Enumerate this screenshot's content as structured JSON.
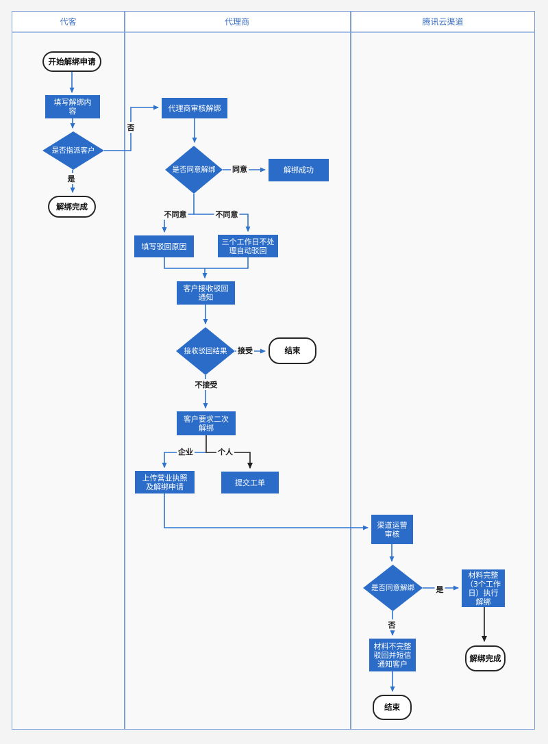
{
  "lanes": [
    {
      "title": "代客"
    },
    {
      "title": "代理商"
    },
    {
      "title": "腾讯云渠道"
    }
  ],
  "nodes": {
    "start": {
      "type": "terminator",
      "label": "开始解绑申请"
    },
    "fill_content": {
      "type": "process",
      "label": "填写解绑内\n容"
    },
    "assign_decision": {
      "type": "decision",
      "label": "是否指派客户"
    },
    "done1": {
      "type": "terminator",
      "label": "解绑完成"
    },
    "agent_review": {
      "type": "process",
      "label": "代理商审核解绑"
    },
    "agree_decision": {
      "type": "decision",
      "label": "是否同意解绑"
    },
    "success": {
      "type": "process",
      "label": "解绑成功"
    },
    "fill_reject": {
      "type": "process",
      "label": "填写驳回原因"
    },
    "auto_reject": {
      "type": "process",
      "label": "三个工作日不处\n理自动驳回"
    },
    "notify": {
      "type": "process",
      "label": "客户接收驳回\n通知"
    },
    "result_decision": {
      "type": "decision",
      "label": "接收驳回结果"
    },
    "end1": {
      "type": "terminator",
      "label": "结束"
    },
    "second_request": {
      "type": "process",
      "label": "客户要求二次\n解绑"
    },
    "upload": {
      "type": "process",
      "label": "上传营业执照\n及解绑申请"
    },
    "ticket": {
      "type": "process",
      "label": "提交工单"
    },
    "channel_review": {
      "type": "process",
      "label": "渠道运营\n审核"
    },
    "channel_decision": {
      "type": "decision",
      "label": "是否同意解绑"
    },
    "complete_exec": {
      "type": "process",
      "label": "材料完整\n（3个工作\n日）执行\n解绑"
    },
    "incomplete": {
      "type": "process",
      "label": "材料不完整\n驳回并短信\n通知客户"
    },
    "end2": {
      "type": "terminator",
      "label": "结束"
    },
    "done2": {
      "type": "terminator",
      "label": "解绑完成"
    }
  },
  "edge_labels": {
    "no1": "否",
    "yes1": "是",
    "agree": "同意",
    "disagree_left": "不同意",
    "disagree_right": "不同意",
    "accept": "接受",
    "not_accept": "不接受",
    "enterprise": "企业",
    "personal": "个人",
    "yes2": "是",
    "no2": "否"
  },
  "colors": {
    "shape_blue": "#2b6cc8",
    "connector_blue": "#2e72cc",
    "connector_black": "#1f1f1f",
    "lane_border": "#7fa0d6",
    "header_text": "#3c6fc4",
    "lane_background": "#f9f9fa",
    "page_background": "#f4f4f5"
  }
}
